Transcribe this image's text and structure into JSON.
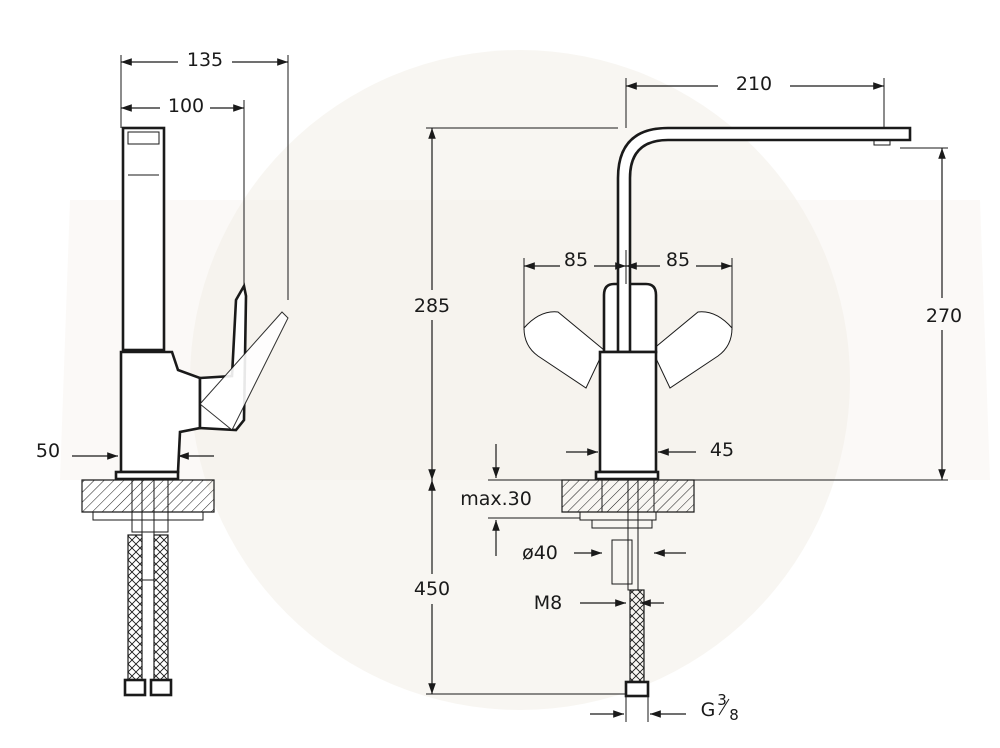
{
  "dimensions": {
    "side_view": {
      "total_depth": "135",
      "lever_depth": "100",
      "base_offset": "50"
    },
    "front_view": {
      "spout_reach": "210",
      "total_height": "285",
      "lever_left_swing": "85",
      "lever_right_swing": "85",
      "spout_outlet_height": "270",
      "body_width": "45",
      "max_countertop": "max.30",
      "hole_diameter": "ø40",
      "rod_thread": "M8",
      "hose_length": "450",
      "connection_thread_prefix": "G",
      "connection_thread_num": "3",
      "connection_thread_den": "8"
    }
  },
  "colors": {
    "line": "#1a1a1a",
    "watermark": "#f3efe8",
    "background": "#ffffff"
  }
}
